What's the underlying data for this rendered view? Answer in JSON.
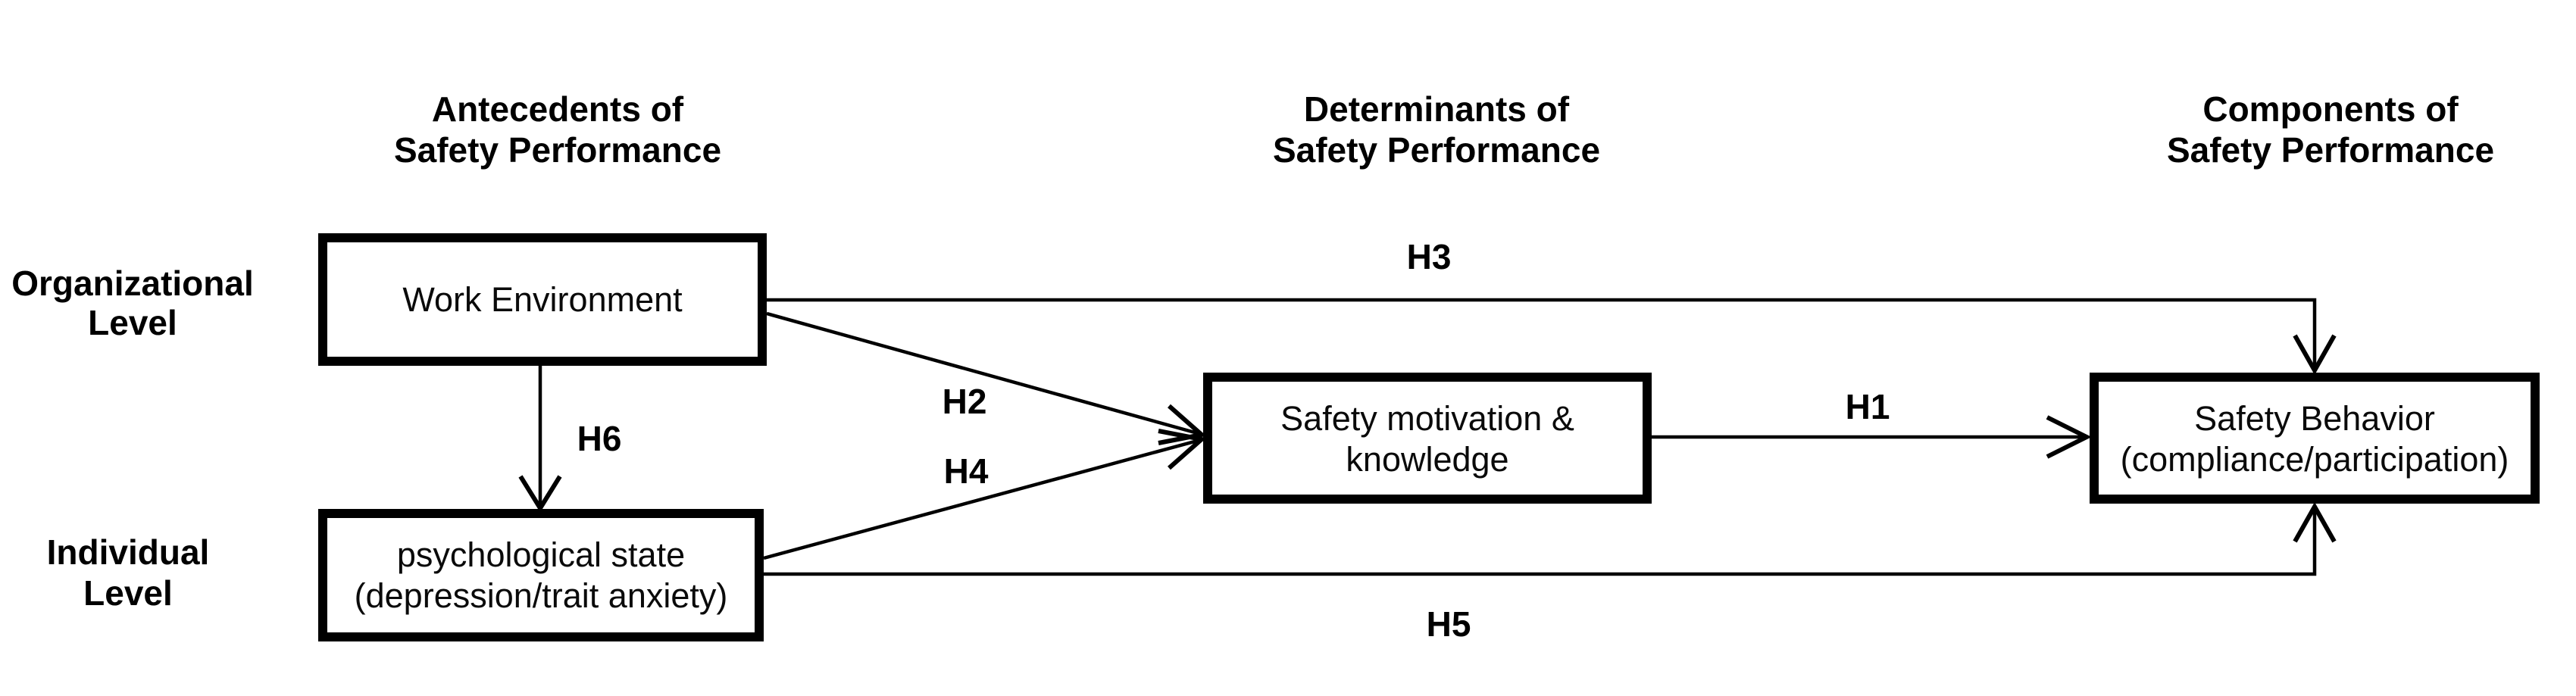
{
  "figure": {
    "background": "#ffffff",
    "ink": "#000000",
    "column_headers": [
      {
        "line1": "Antecedents of",
        "line2": "Safety Performance"
      },
      {
        "line1": "Determinants of",
        "line2": "Safety Performance"
      },
      {
        "line1": "Components of",
        "line2": "Safety Performance"
      }
    ],
    "row_labels": [
      {
        "line1": "Organizational",
        "line2": "Level"
      },
      {
        "line1": "Individual",
        "line2": "Level"
      }
    ],
    "nodes": {
      "work_environment": {
        "line1": "Work Environment",
        "line2": ""
      },
      "psychological_state": {
        "line1": "psychological state",
        "line2": "(depression/trait anxiety)"
      },
      "safety_motivation": {
        "line1": "Safety motivation &",
        "line2": "knowledge"
      },
      "safety_behavior": {
        "line1": "Safety Behavior",
        "line2": "(compliance/participation)"
      }
    },
    "hypothesis_labels": {
      "h1": "H1",
      "h2": "H2",
      "h3": "H3",
      "h4": "H4",
      "h5": "H5",
      "h6": "H6"
    },
    "edges": [
      {
        "label": "H1",
        "from": "safety_motivation",
        "to": "safety_behavior"
      },
      {
        "label": "H2",
        "from": "work_environment",
        "to": "safety_motivation"
      },
      {
        "label": "H3",
        "from": "work_environment",
        "to": "safety_behavior"
      },
      {
        "label": "H4",
        "from": "psychological_state",
        "to": "safety_motivation"
      },
      {
        "label": "H5",
        "from": "psychological_state",
        "to": "safety_behavior"
      },
      {
        "label": "H6",
        "from": "work_environment",
        "to": "psychological_state"
      }
    ]
  }
}
